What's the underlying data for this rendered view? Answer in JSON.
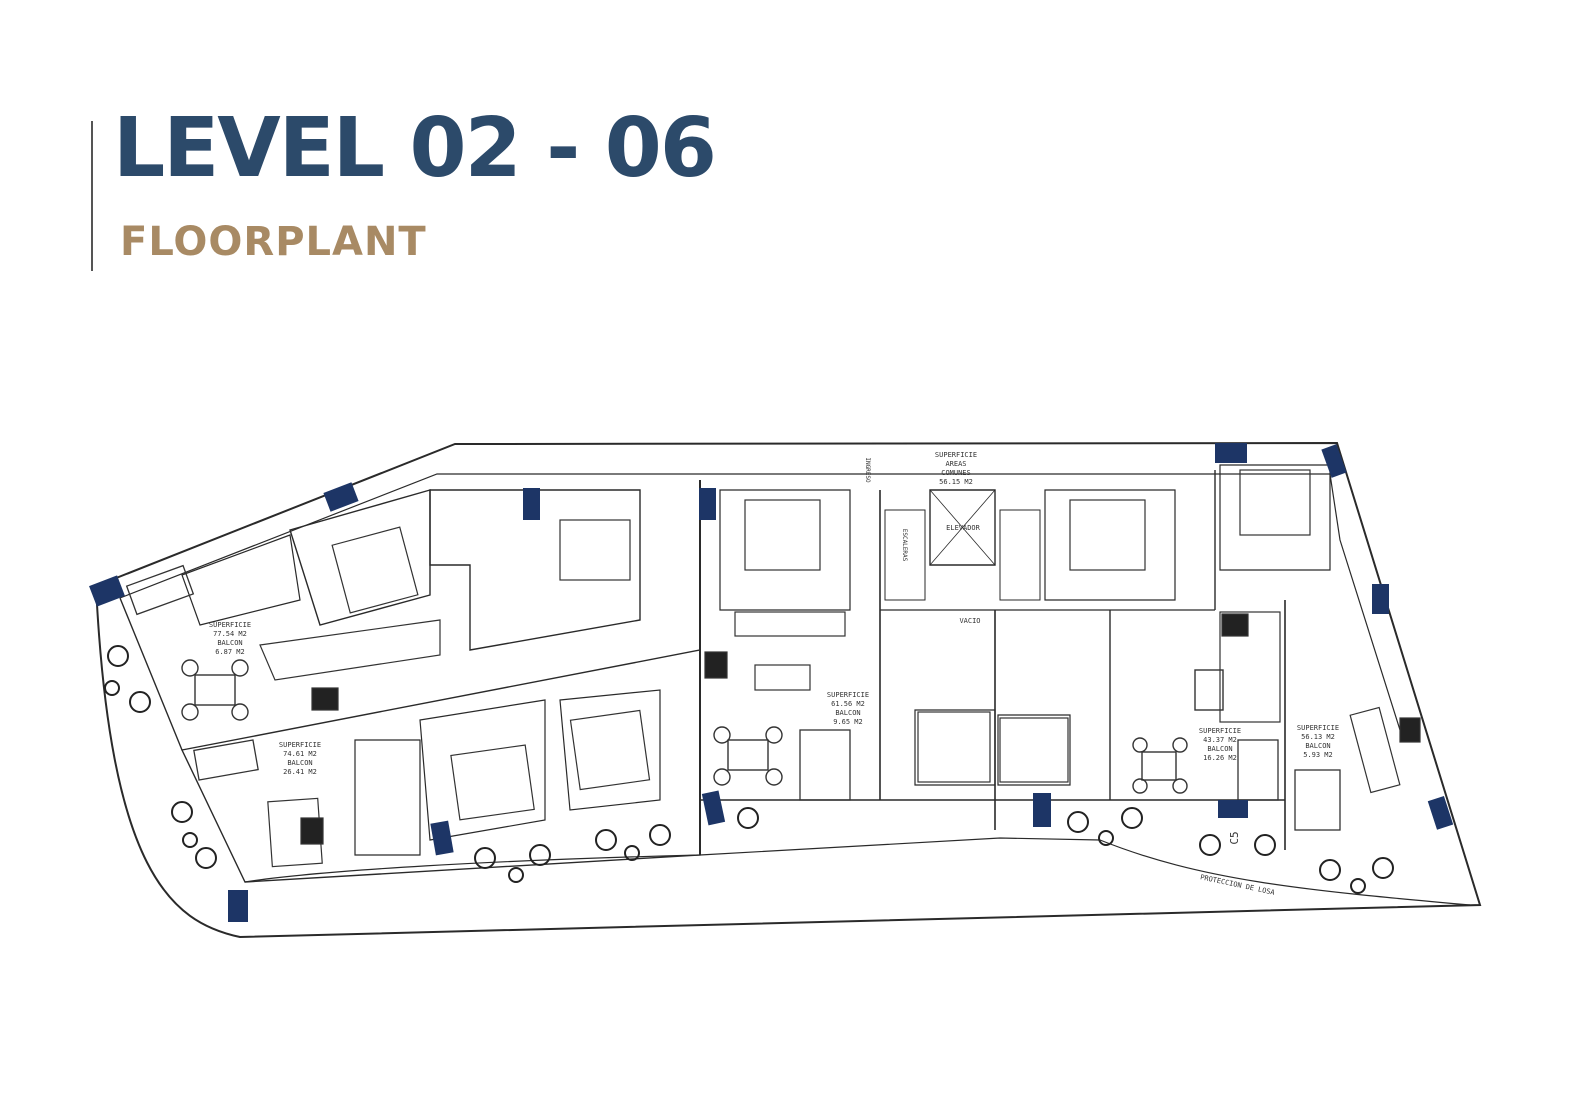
{
  "header": {
    "title": "LEVEL 02 - 06",
    "subtitle": "FLOORPLANT"
  },
  "colors": {
    "title": "#2c4a6a",
    "subtitle": "#a88a64",
    "column": "#1d3566",
    "wall": "#2a2a2a"
  },
  "plan": {
    "units": [
      {
        "lines": [
          "SUPERFICIE",
          "77.54 M2",
          "BALCON",
          "6.87 M2"
        ]
      },
      {
        "lines": [
          "SUPERFICIE",
          "74.61 M2",
          "BALCON",
          "26.41 M2"
        ]
      },
      {
        "lines": [
          "SUPERFICIE",
          "61.56 M2",
          "BALCON",
          "9.65 M2"
        ]
      },
      {
        "lines": [
          "SUPERFICIE",
          "43.37 M2",
          "BALCON",
          "16.26 M2"
        ]
      },
      {
        "lines": [
          "SUPERFICIE",
          "56.13 M2",
          "BALCON",
          "5.93 M2"
        ]
      }
    ],
    "common_area": [
      "SUPERFICIE",
      "AREAS",
      "COMUNES",
      "56.15 M2"
    ],
    "elevator_label": "ELEVADOR",
    "void_label": "VACIO",
    "stairs_label": "ESCALERAS",
    "entry_label": "INGRESO",
    "slab_protection_label": "PROTECCION DE LOSA",
    "column_tag": "C5"
  }
}
